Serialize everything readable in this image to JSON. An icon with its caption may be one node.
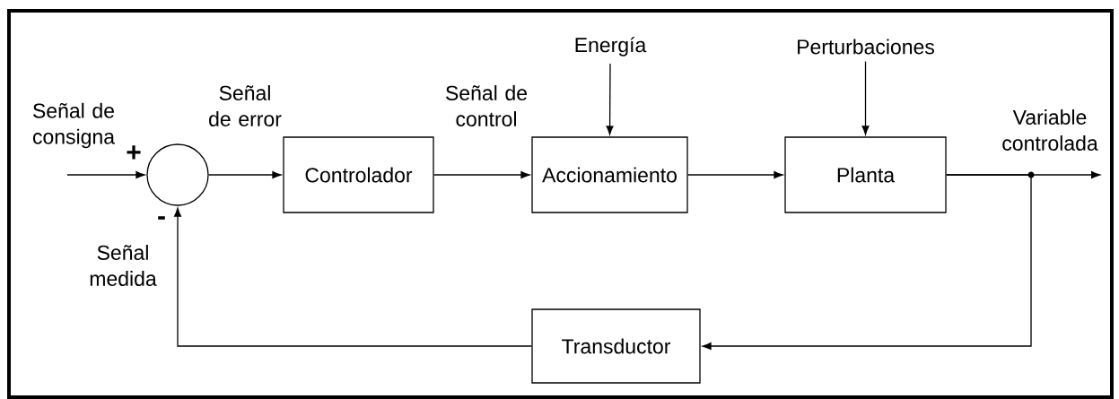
{
  "diagram": {
    "nodes": [
      {
        "text": [],
        "shape": "circle"
      },
      {
        "text": [
          "Controlador"
        ]
      },
      {
        "text": [
          "Accionamiento"
        ]
      },
      {
        "text": [
          "Planta"
        ]
      },
      {
        "text": [
          "Transductor"
        ]
      },
      {
        "text": [
          "Energía"
        ]
      },
      {
        "text": [
          "Perturbaciones"
        ]
      }
    ],
    "edges": [
      {
        "from": null,
        "to": 0,
        "arrow": "to",
        "label": "Señal de consigna"
      },
      {
        "from": 0,
        "to": 1,
        "arrow": "to",
        "label": "Señal de error"
      },
      {
        "from": 1,
        "to": 2,
        "arrow": "to",
        "label": "Señal de control"
      },
      {
        "from": 2,
        "to": 3,
        "arrow": "to"
      },
      {
        "from": 5,
        "to": 2,
        "arrow": "to"
      },
      {
        "from": 6,
        "to": 3,
        "arrow": "to"
      },
      {
        "from": 3,
        "to": null,
        "arrow": "to",
        "label": "Variable controlada"
      },
      {
        "from": 3,
        "to": 4,
        "arrow": "to"
      },
      {
        "from": 4,
        "to": 0,
        "arrow": "to",
        "label": "Señal medida"
      }
    ],
    "labels": [
      "+",
      "-"
    ]
  }
}
